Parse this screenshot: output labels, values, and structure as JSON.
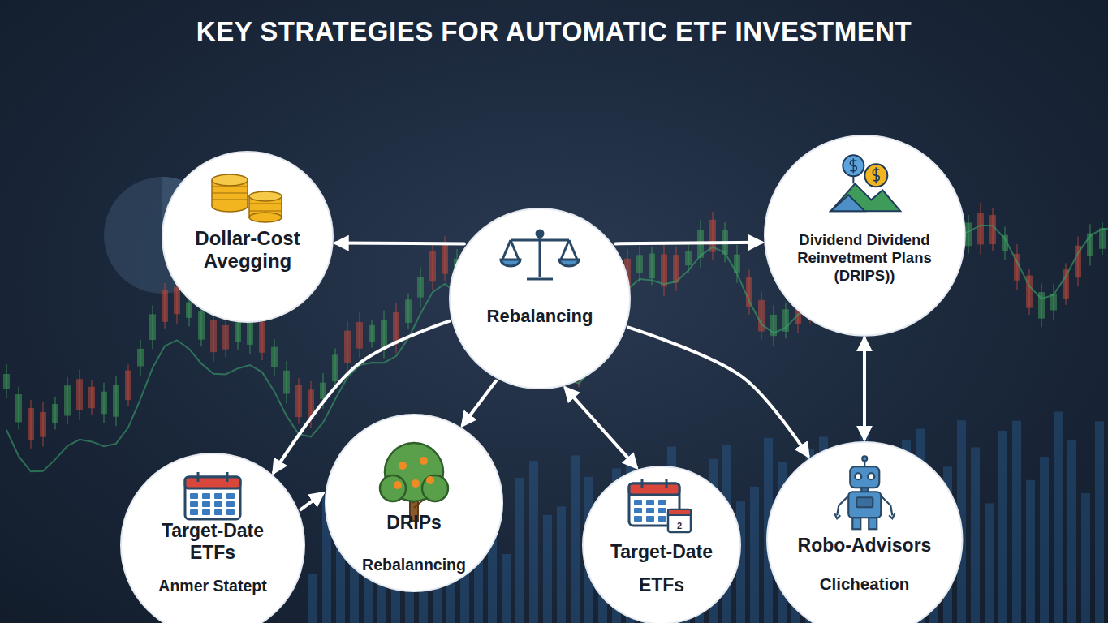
{
  "diagram": {
    "title": "KEY STRATEGIES FOR AUTOMATIC ETF INVESTMENT",
    "nodes": [
      {
        "text": [
          "Dollar-Cost Avegging"
        ]
      },
      {
        "text": [
          "Rebalancing"
        ]
      },
      {
        "text": [
          "Dividend Dividend Reinvetment Plans (DRIPS))"
        ]
      },
      {
        "text": [
          "Target-Date ETFs",
          "Anmer Statept"
        ]
      },
      {
        "text": [
          "DRIPs",
          "Rebalanncing"
        ]
      },
      {
        "text": [
          "Target-Date",
          "ETFs"
        ]
      },
      {
        "text": [
          "Robo-Advisors",
          "Clicheation"
        ]
      }
    ],
    "edges": [
      {
        "from": 1,
        "to": 0,
        "arrow": "to"
      },
      {
        "from": 1,
        "to": 2,
        "arrow": "to"
      },
      {
        "from": 1,
        "to": 3,
        "arrow": "to"
      },
      {
        "from": 1,
        "to": 4,
        "arrow": "to"
      },
      {
        "from": 1,
        "to": 5,
        "arrow": "both"
      },
      {
        "from": 1,
        "to": 6,
        "arrow": "to"
      },
      {
        "from": 3,
        "to": 4,
        "arrow": "to"
      },
      {
        "from": 2,
        "to": 6,
        "arrow": "both"
      }
    ],
    "labels": [
      "2"
    ]
  }
}
